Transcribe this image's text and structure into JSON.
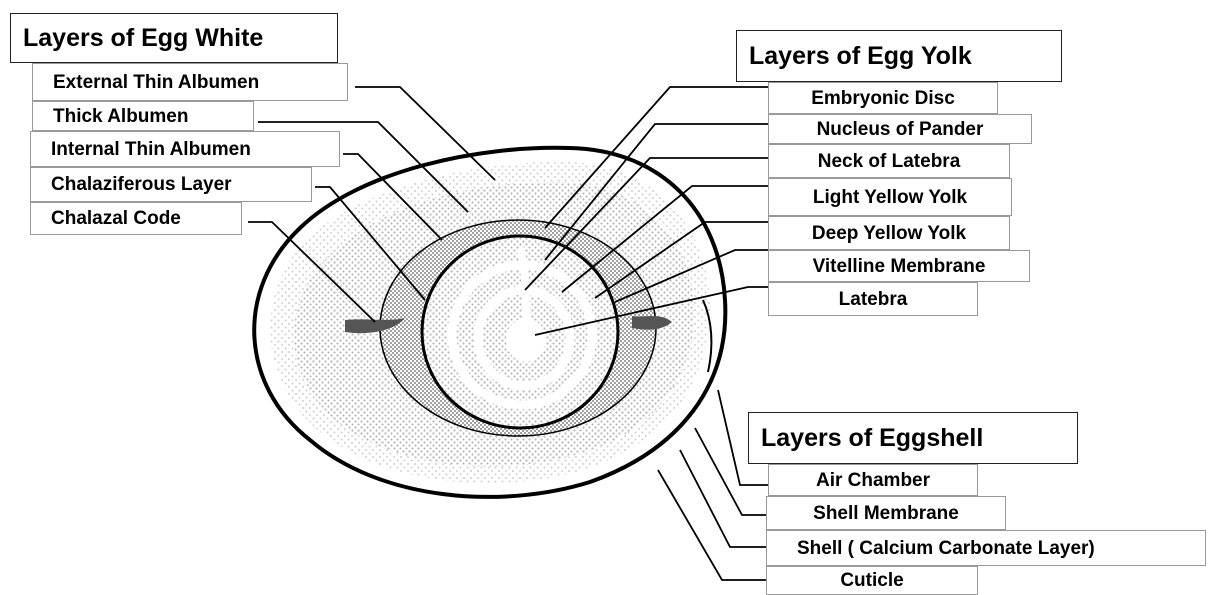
{
  "egg_white": {
    "title": "Layers of Egg White",
    "labels": [
      "External Thin Albumen",
      "Thick Albumen",
      "Internal Thin Albumen",
      "Chalaziferous Layer",
      "Chalazal Code"
    ]
  },
  "egg_yolk": {
    "title": "Layers of Egg Yolk",
    "labels": [
      "Embryonic Disc",
      "Nucleus of Pander",
      "Neck of Latebra",
      "Light Yellow Yolk",
      "Deep Yellow Yolk",
      "Vitelline Membrane",
      "Latebra"
    ]
  },
  "eggshell": {
    "title": "Layers of Eggshell",
    "labels": [
      "Air Chamber",
      "Shell Membrane",
      "Shell ( Calcium Carbonate Layer)",
      "Cuticle"
    ]
  },
  "colors": {
    "line": "#000000",
    "label_border": "#9a9a9a",
    "stipple": "#b8b8b8"
  }
}
